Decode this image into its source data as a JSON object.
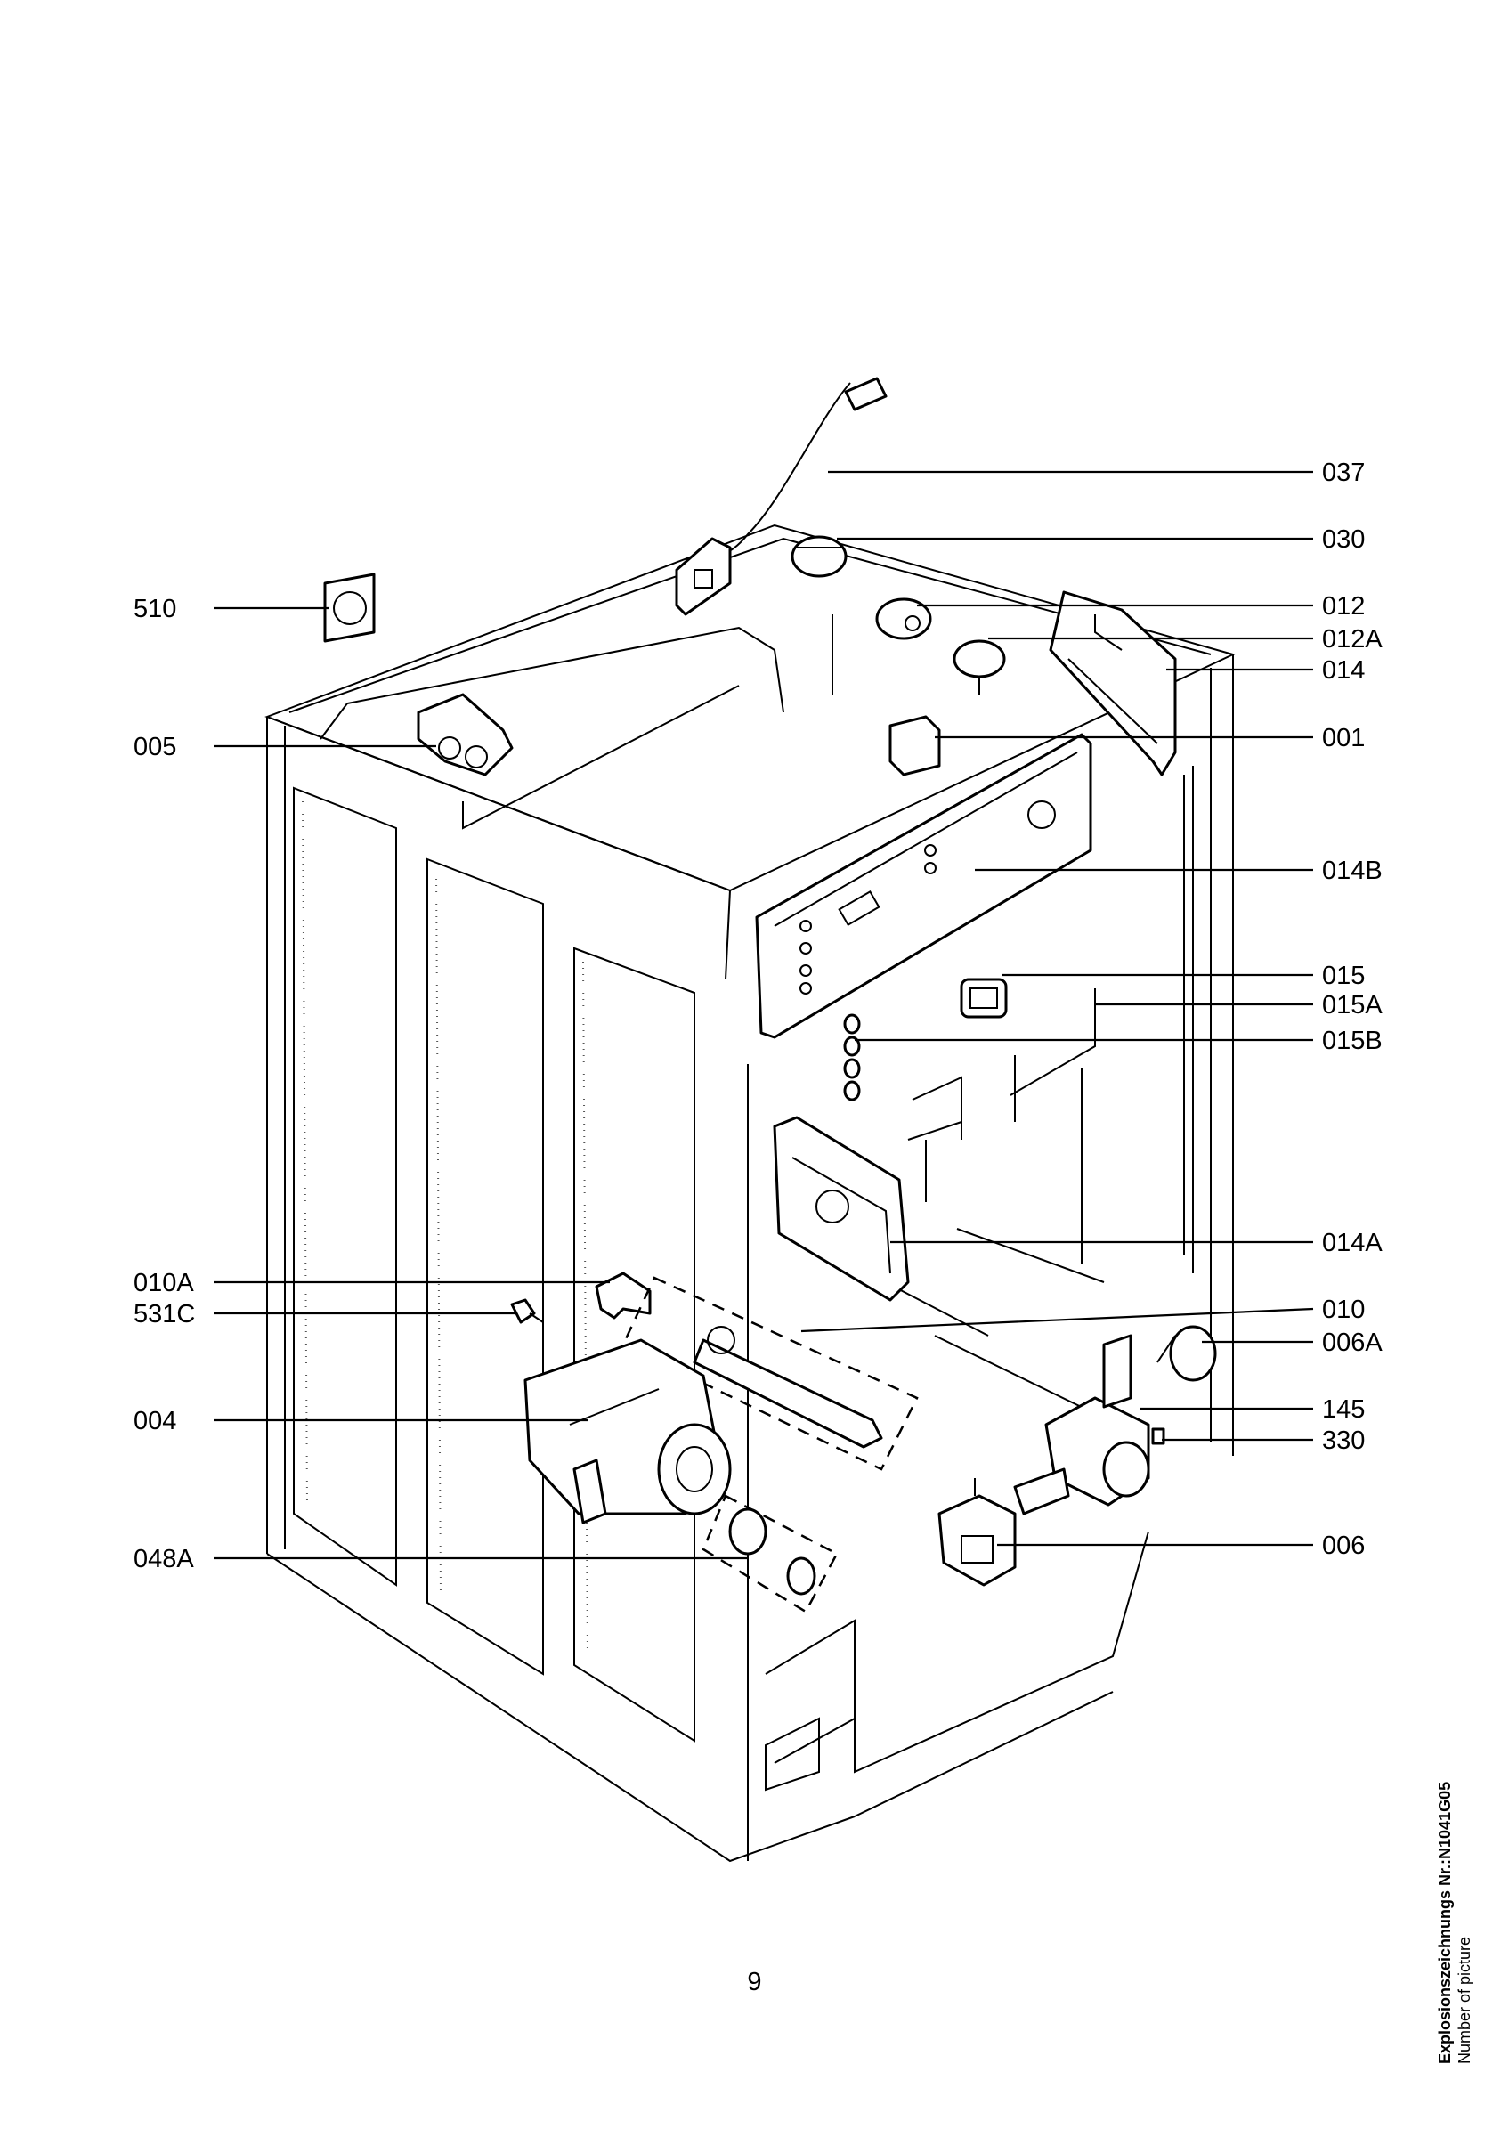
{
  "callouts": {
    "c037": "037",
    "c030": "030",
    "c510": "510",
    "c012": "012",
    "c012A": "012A",
    "c014": "014",
    "c005": "005",
    "c001": "001",
    "c014B": "014B",
    "c015": "015",
    "c015A": "015A",
    "c015B": "015B",
    "c014A": "014A",
    "c010A": "010A",
    "c010": "010",
    "c531C": "531C",
    "c006A": "006A",
    "c004": "004",
    "c145": "145",
    "c330": "330",
    "c048A": "048A",
    "c006": "006"
  },
  "page_number": "9",
  "caption": {
    "title": "Explosionszeichnungs  Nr.:N1041G05",
    "subtitle": "Number of picture"
  }
}
